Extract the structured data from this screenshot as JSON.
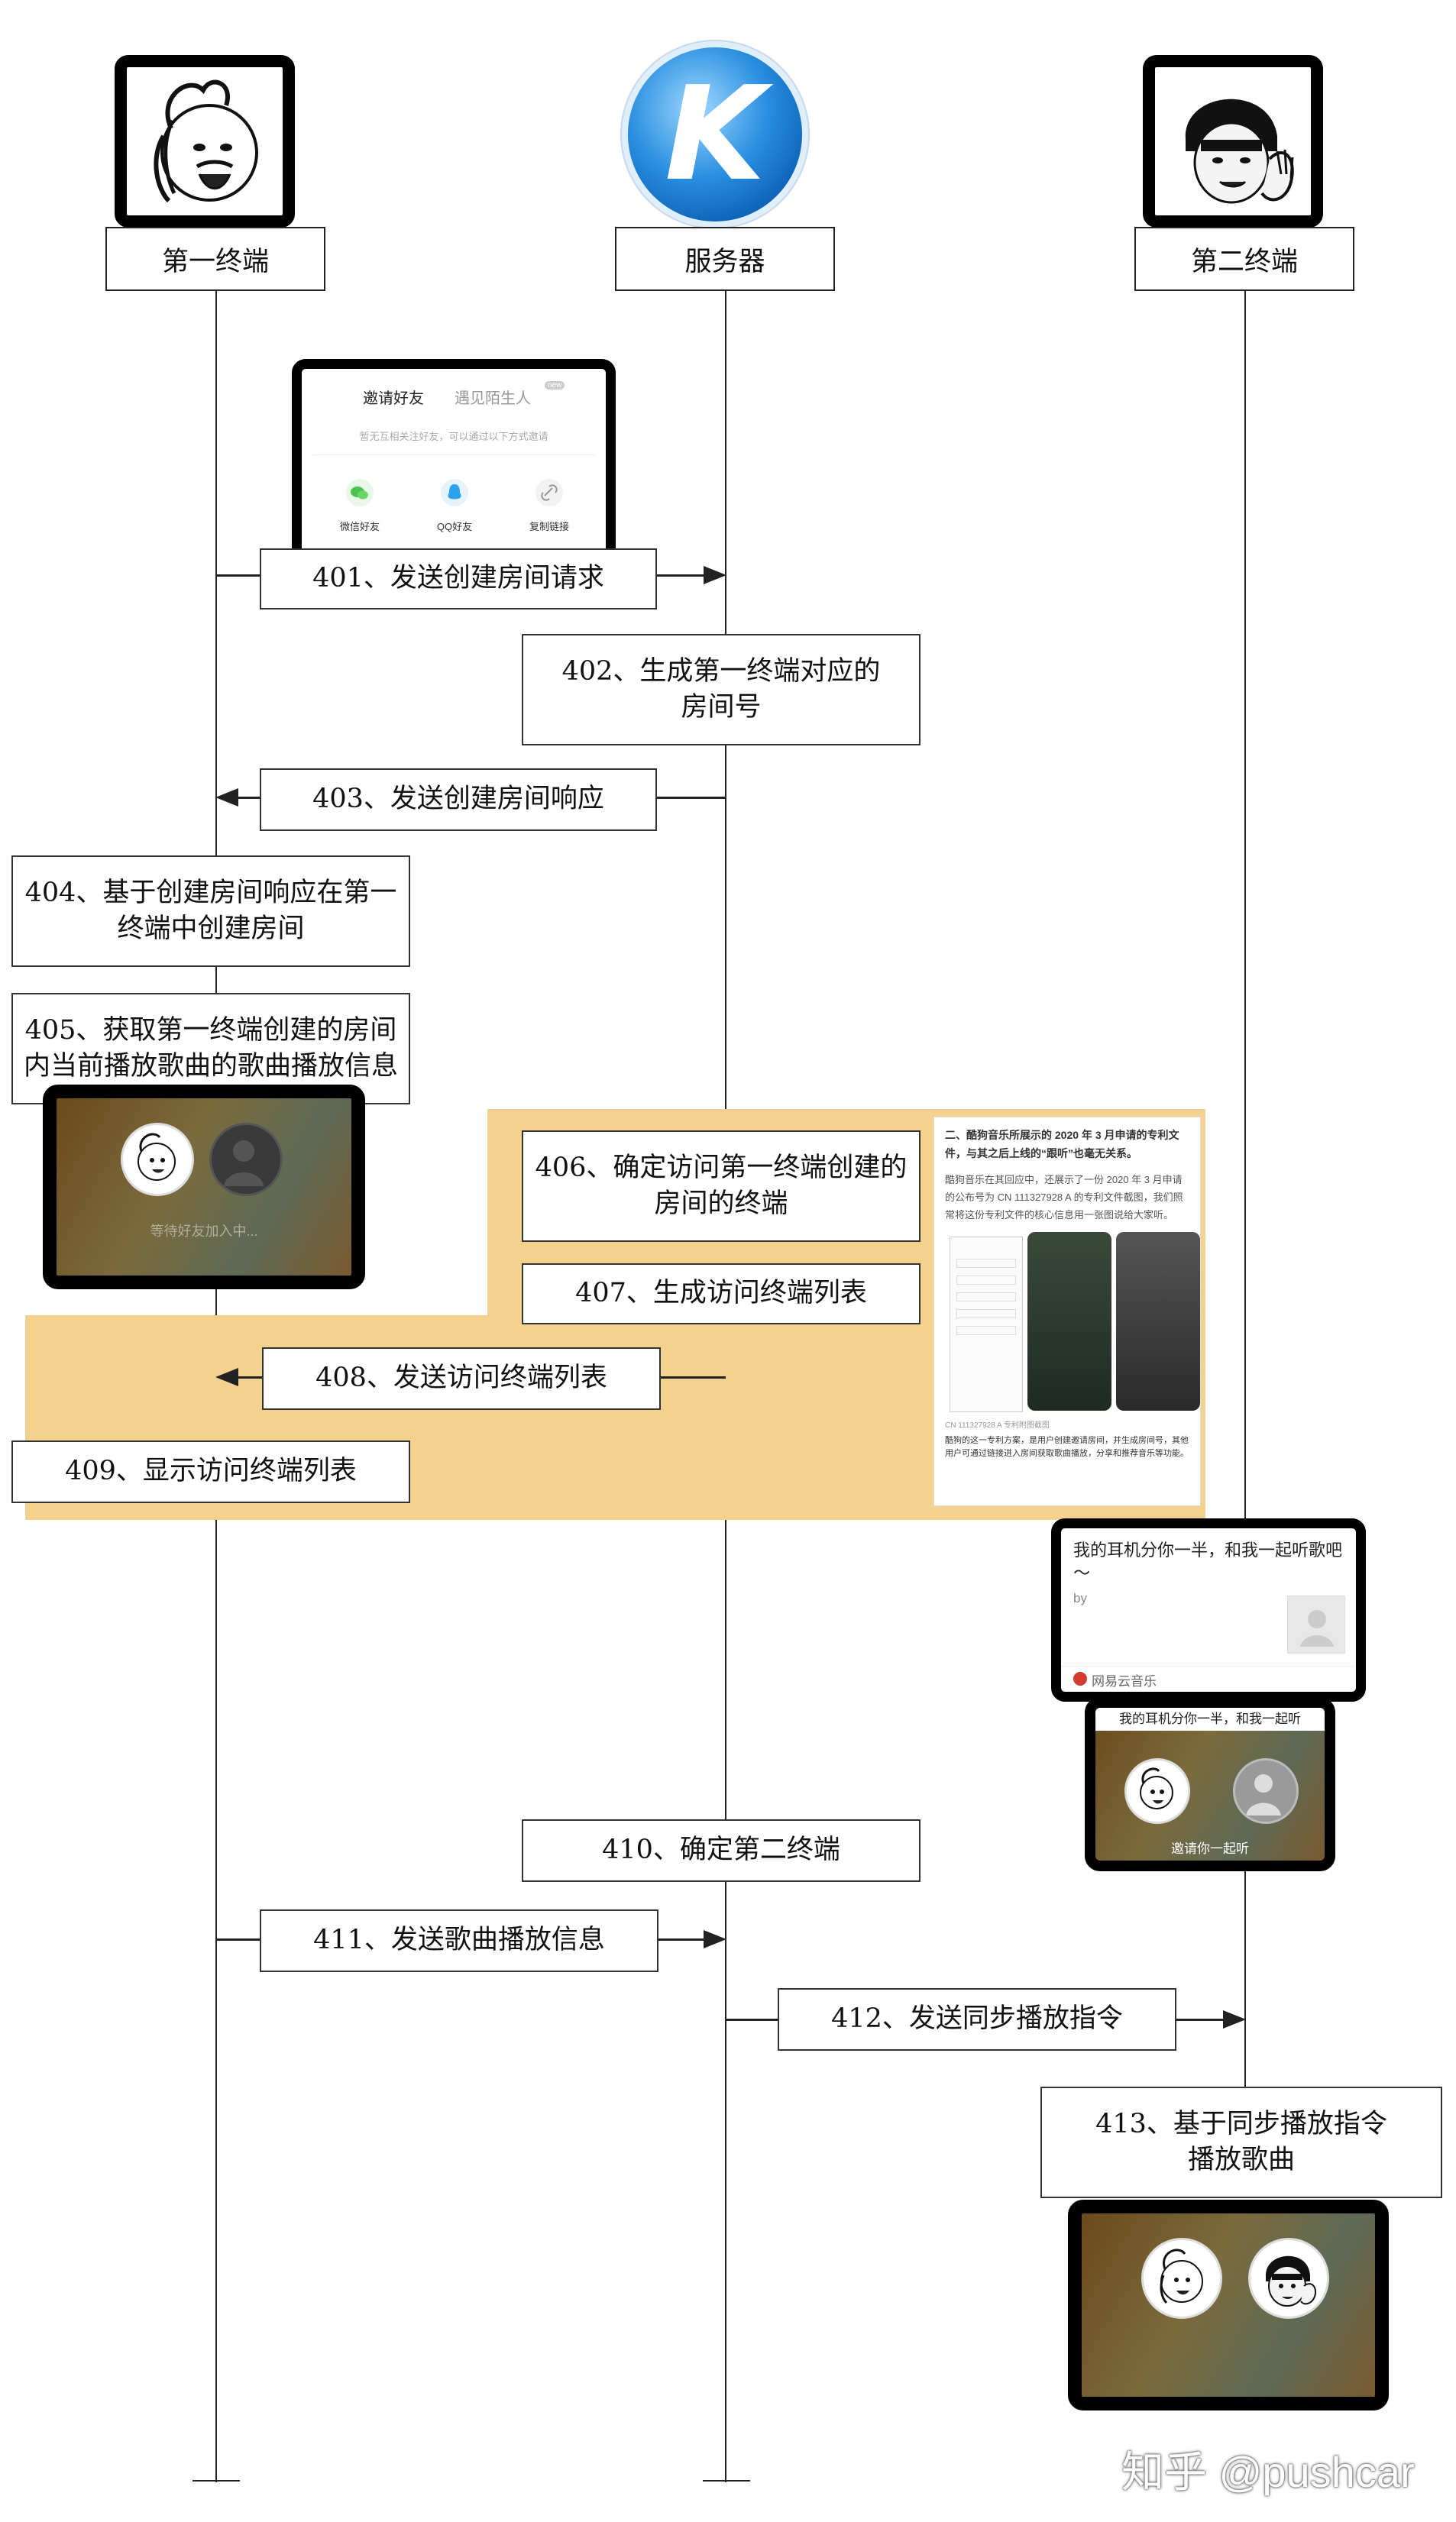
{
  "lifelines": {
    "left": "第一终端",
    "center": "服务器",
    "right": "第二终端"
  },
  "steps": {
    "s401": "401、发送创建房间请求",
    "s402": "402、生成第一终端对应的\n房间号",
    "s403": "403、发送创建房间响应",
    "s404": "404、基于创建房间响应在第一\n终端中创建房间",
    "s405": "405、获取第一终端创建的房间\n内当前播放歌曲的歌曲播放信息",
    "s406": "406、确定访问第一终端创建的\n房间的终端",
    "s407": "407、生成访问终端列表",
    "s408": "408、发送访问终端列表",
    "s409": "409、显示访问终端列表",
    "s410": "410、确定第二终端",
    "s411": "411、发送歌曲播放信息",
    "s412": "412、发送同步播放指令",
    "s413": "413、基于同步播放指令\n播放歌曲"
  },
  "invite_panel": {
    "tab_active": "邀请好友",
    "tab_inactive": "遇见陌生人",
    "tab_badge": "new",
    "hint": "暂无互相关注好友，可以通过以下方式邀请",
    "options": [
      "微信好友",
      "QQ好友",
      "复制链接"
    ]
  },
  "waiting_screen": {
    "text": "等待好友加入中..."
  },
  "article": {
    "heading": "二、酷狗音乐所展示的 2020 年 3 月申请的专利文件，与其之后上线的“跟听”也毫无关系。",
    "body": "酷狗音乐在其回应中，还展示了一份 2020 年 3 月申请的公布号为 CN 111327928 A 的专利文件截图，我们照常将这份专利文件的核心信息用一张图说给大家听。",
    "caption": "CN 111327928 A 专利附图截图",
    "footer": "酷狗的这一专利方案，是用户创建邀请房间，并生成房间号，其他用户可通过链接进入房间获取歌曲播放，分享和推荐音乐等功能。"
  },
  "share_card": {
    "title": "我的耳机分你一半，和我一起听歌吧～",
    "by": "by",
    "source": "网易云音乐"
  },
  "invite_screen": {
    "top_text": "我的耳机分你一半，和我一起听",
    "bottom_text": "邀请你一起听"
  },
  "server_logo": {
    "letter": "K"
  },
  "watermark": "知乎 @pushcar",
  "colors": {
    "highlight": "#f3d290",
    "line": "#222222"
  }
}
